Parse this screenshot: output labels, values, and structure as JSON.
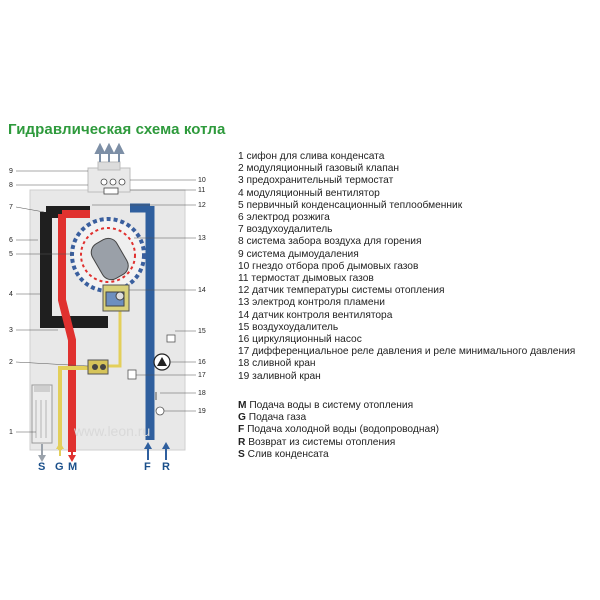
{
  "title": "Гидравлическая схема котла",
  "components": [
    "1 сифон для слива конденсата",
    "2 модуляционный газовый клапан",
    "3 предохранительный термостат",
    "4 модуляционный вентилятор",
    "5 первичный конденсационный теплообменник",
    "6 электрод розжига",
    "7 воздухоудалитель",
    "8 система забора воздуха для горения",
    "9 система дымоудаления",
    "10 гнездо отбора проб дымовых газов",
    "11 термостат дымовых газов",
    "12 датчик температуры системы отопления",
    "13 электрод контроля пламени",
    "14 датчик контроля вентилятора",
    "15 воздухоудалитель",
    "16 циркуляционный насос",
    "17 дифференциальное реле давления и реле минимального давления",
    "18 сливной кран",
    "19 заливной кран"
  ],
  "connections": [
    {
      "code": "M",
      "text": "Подача воды в систему отопления"
    },
    {
      "code": "G",
      "text": "Подача газа"
    },
    {
      "code": "F",
      "text": "Подача холодной воды (водопроводная)"
    },
    {
      "code": "R",
      "text": "Возврат из системы отопления"
    },
    {
      "code": "S",
      "text": "Слив конденсата"
    }
  ],
  "diagram": {
    "left_callouts": [
      "9",
      "8",
      "7",
      "6",
      "5",
      "4",
      "3",
      "2",
      "1"
    ],
    "right_callouts": [
      "10",
      "11",
      "12",
      "13",
      "14",
      "15",
      "16",
      "17",
      "18",
      "19"
    ],
    "bottom_labels": [
      "S",
      "G",
      "M",
      "F",
      "R"
    ],
    "watermark": "www.leon.ru"
  },
  "colors": {
    "title": "#2e9a3c",
    "hot_water": "#e0312f",
    "return_water": "#2f5f9e",
    "cold_water": "#5a87c8",
    "gas": "#e3cf5a",
    "flue": "#1f1f1f",
    "casing": "#e8e8e8"
  }
}
